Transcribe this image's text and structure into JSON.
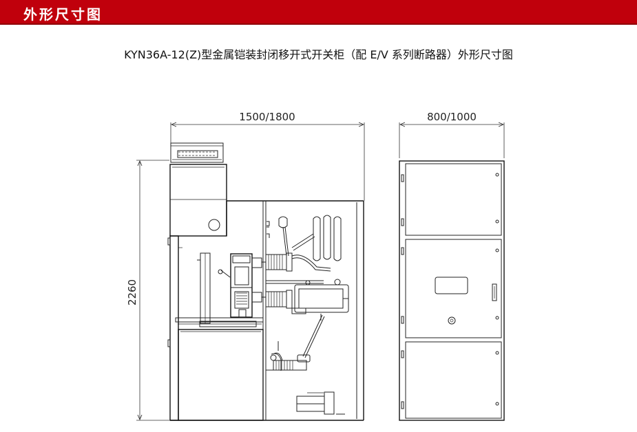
{
  "header": {
    "title": "外形尺寸图",
    "bg_color": "#c0000c"
  },
  "caption": "KYN36A-12(Z)型金属铠装封闭移开式开关柜（配 E/V 系列断路器）外形尺寸图",
  "dimensions": {
    "front_width": "1500/1800",
    "height": "2260",
    "side_depth": "800/1000"
  }
}
